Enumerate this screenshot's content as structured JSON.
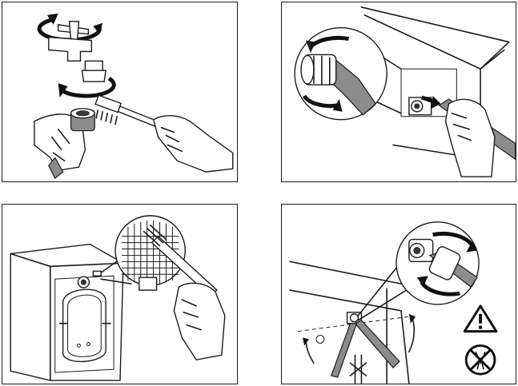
{
  "document": {
    "panels": [
      {
        "id": "tap-filter-clean",
        "icon": "tap-and-brush-illustration"
      },
      {
        "id": "hose-disconnect",
        "icon": "hose-unscrew-illustration"
      },
      {
        "id": "inlet-filter-clean",
        "icon": "machine-filter-brush-illustration"
      },
      {
        "id": "hose-reconnect",
        "icon": "hose-tighten-illustration"
      }
    ],
    "warnings": [
      {
        "icon": "warning-triangle-icon",
        "symbol": "!"
      },
      {
        "icon": "no-pliers-icon"
      }
    ]
  }
}
